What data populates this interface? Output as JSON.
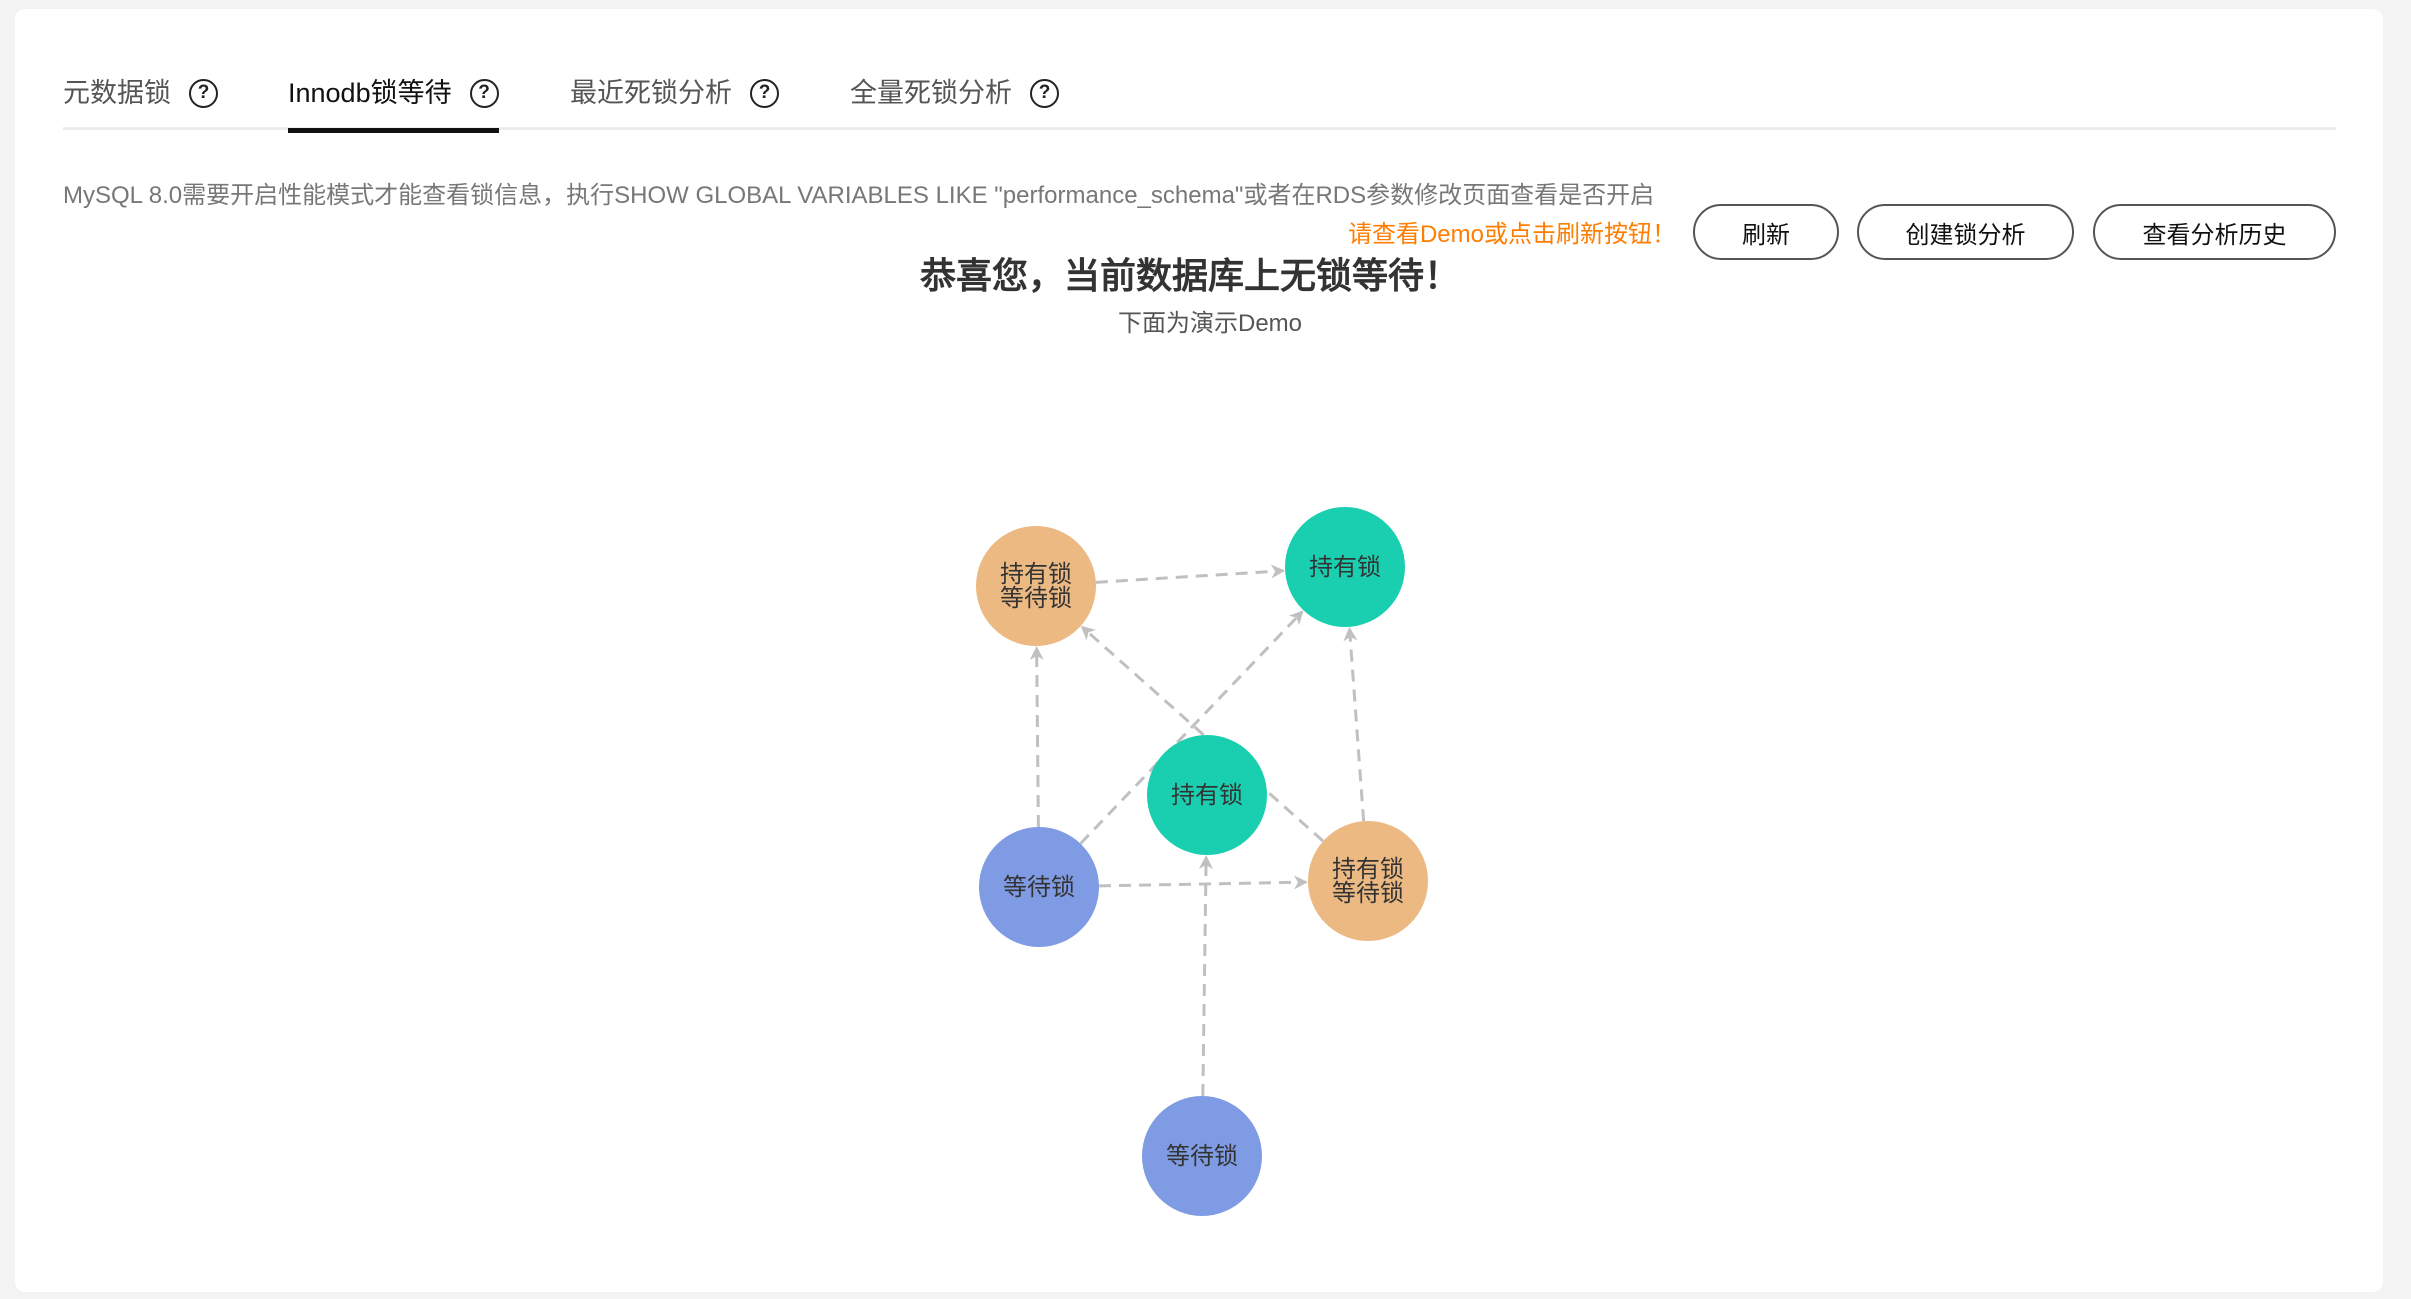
{
  "tabs": [
    {
      "label": "元数据锁",
      "active": false
    },
    {
      "label": "Innodb锁等待",
      "active": true
    },
    {
      "label": "最近死锁分析",
      "active": false
    },
    {
      "label": "全量死锁分析",
      "active": false
    }
  ],
  "help_glyph": "?",
  "info_text": "MySQL 8.0需要开启性能模式才能查看锁信息，执行SHOW GLOBAL VARIABLES LIKE \"performance_schema\"或者在RDS参数修改页面查看是否开启",
  "hint_text": "请查看Demo或点击刷新按钮！",
  "buttons": {
    "refresh": "刷新",
    "create": "创建锁分析",
    "history": "查看分析历史"
  },
  "title": "恭喜您，当前数据库上无锁等待！",
  "subtitle": "下面为演示Demo",
  "colors": {
    "hold": "#19cfb0",
    "both": "#ecb983",
    "wait": "#7f9be3",
    "edge": "#c0c0c0",
    "hint": "#ff7d00"
  },
  "graph": {
    "nodes": [
      {
        "id": "A",
        "type": "both",
        "lines": [
          "持有锁",
          "等待锁"
        ]
      },
      {
        "id": "B",
        "type": "hold",
        "lines": [
          "持有锁"
        ]
      },
      {
        "id": "C",
        "type": "hold",
        "lines": [
          "持有锁"
        ]
      },
      {
        "id": "D",
        "type": "wait",
        "lines": [
          "等待锁"
        ]
      },
      {
        "id": "E",
        "type": "both",
        "lines": [
          "持有锁",
          "等待锁"
        ]
      },
      {
        "id": "F",
        "type": "wait",
        "lines": [
          "等待锁"
        ]
      }
    ],
    "edges": [
      {
        "from": "A",
        "to": "B"
      },
      {
        "from": "E",
        "to": "A"
      },
      {
        "from": "D",
        "to": "B"
      },
      {
        "from": "D",
        "to": "A"
      },
      {
        "from": "E",
        "to": "B"
      },
      {
        "from": "D",
        "to": "E"
      },
      {
        "from": "F",
        "to": "C"
      }
    ]
  }
}
